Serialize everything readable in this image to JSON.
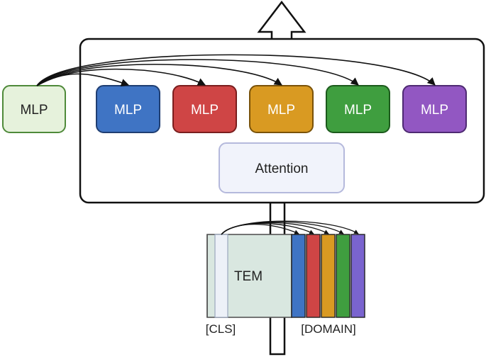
{
  "shared_mlp": {
    "label": "MLP",
    "fill": "#e6f2dc",
    "stroke": "#4f8a3a",
    "text_color": "#222222"
  },
  "experts": [
    {
      "label": "MLP",
      "fill": "#3f74c4",
      "stroke": "#1f3e72"
    },
    {
      "label": "MLP",
      "fill": "#cf4545",
      "stroke": "#7a1e1e"
    },
    {
      "label": "MLP",
      "fill": "#d99a22",
      "stroke": "#7a5208"
    },
    {
      "label": "MLP",
      "fill": "#3f9e3f",
      "stroke": "#1c5a1c"
    },
    {
      "label": "MLP",
      "fill": "#9257c2",
      "stroke": "#4e2a72"
    }
  ],
  "attention": {
    "label": "Attention",
    "fill": "#f1f3fb",
    "stroke": "#b5b9dc"
  },
  "tem": {
    "label": "TEM",
    "fill": "#d9e7e0",
    "stroke": "#555555"
  },
  "cls": {
    "label": "[CLS]",
    "fill": "#edf1f8"
  },
  "domain": {
    "label": "[DOMAIN]"
  },
  "domain_token_colors": [
    "#3f74c4",
    "#cf4545",
    "#d99a22",
    "#3f9e3f",
    "#7a64cf"
  ],
  "line_color": "#111111"
}
